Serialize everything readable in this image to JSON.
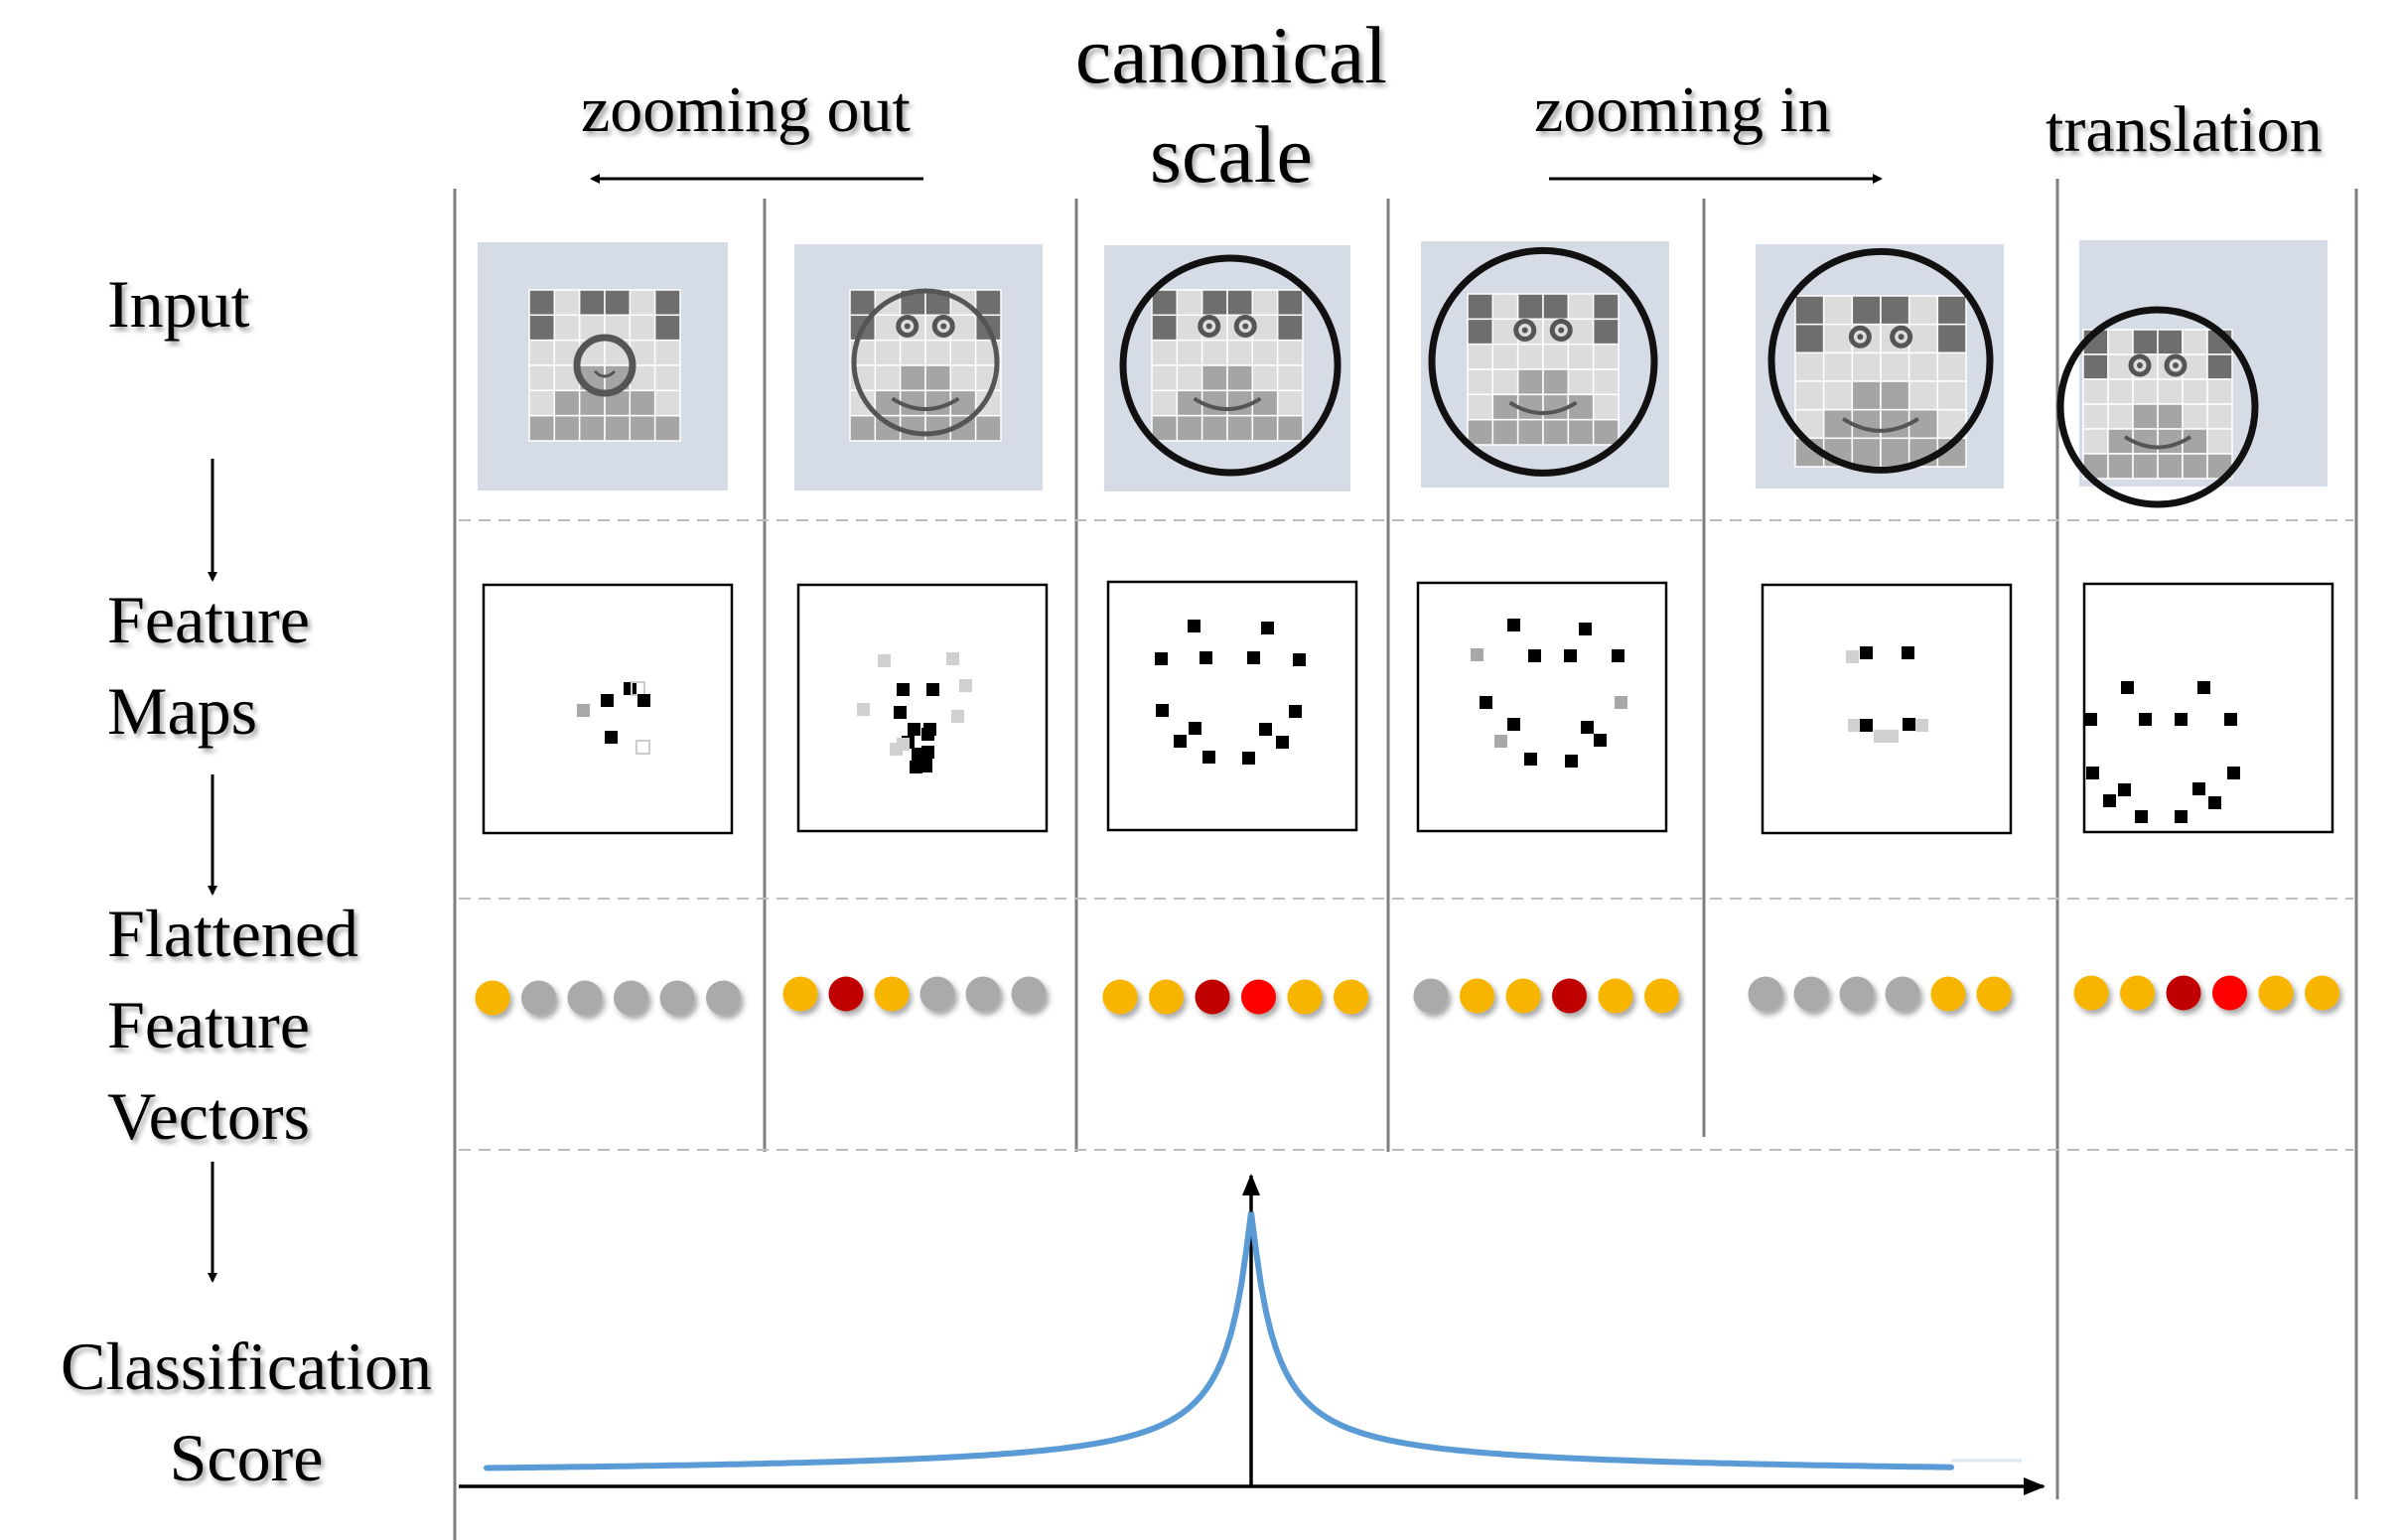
{
  "column_headers": {
    "zooming_out": "zooming out",
    "canonical": "canonical",
    "scale": "scale",
    "zooming_in": "zooming in",
    "translation": "translation"
  },
  "row_labels": {
    "input": "Input",
    "feature_line1": "Feature",
    "feature_line2": "Maps",
    "flattened_line1": "Flattened",
    "flattened_line2": "Feature",
    "flattened_line3": "Vectors",
    "classification_line1": "Classification",
    "classification_line2": "Score"
  },
  "colors": {
    "input_background": "#d6dce6",
    "face_dark": "#6e6e6e",
    "face_mid": "#a5a5a5",
    "face_light": "#dcdcdc",
    "feature_dot": "#000000",
    "gray_dot": "#aaaaaa",
    "yellow": "#f7b500",
    "dark_red": "#c00000",
    "red": "#ff0000",
    "curve": "#5b9bd5",
    "divider": "#7f7f7f",
    "dashed_separator": "#bfbfbf"
  },
  "feature_vectors": [
    [
      "yellow",
      "gray",
      "gray",
      "gray",
      "gray",
      "gray"
    ],
    [
      "yellow",
      "dark_red",
      "yellow",
      "gray",
      "gray",
      "gray"
    ],
    [
      "yellow",
      "yellow",
      "dark_red",
      "red",
      "yellow",
      "yellow"
    ],
    [
      "gray",
      "yellow",
      "yellow",
      "dark_red",
      "yellow",
      "yellow"
    ],
    [
      "gray",
      "gray",
      "gray",
      "gray",
      "yellow",
      "yellow"
    ],
    [
      "yellow",
      "yellow",
      "dark_red",
      "red",
      "yellow",
      "yellow"
    ]
  ]
}
